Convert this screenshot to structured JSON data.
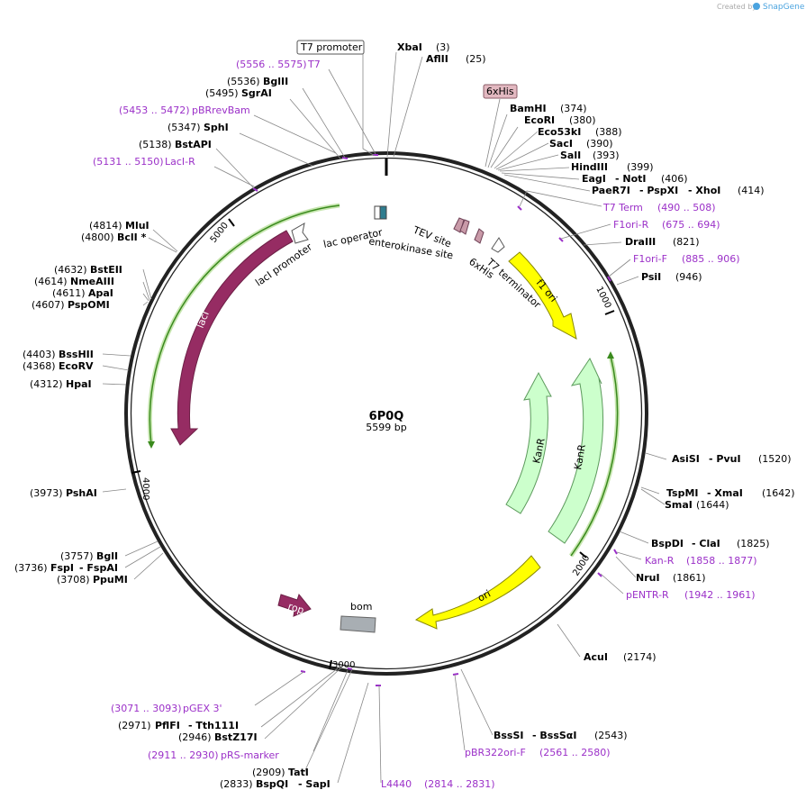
{
  "header": {
    "credit": "Created by",
    "brand": "SnapGene"
  },
  "plasmid": {
    "name": "6P0Q",
    "length": "5599 bp"
  },
  "ticks": [
    "1000",
    "2000",
    "3000",
    "4000",
    "5000"
  ],
  "boxed_labels": {
    "t7_promoter": "T7 promoter",
    "his_tag": "6xHis"
  },
  "features": {
    "lac_operator": "lac operator",
    "laci_promoter": "lacI promoter",
    "laci": "lacI",
    "tev_site": "TEV site",
    "enterokinase_site": "enterokinase site",
    "his": "6xHis",
    "t7_terminator": "T7 terminator",
    "f1_ori": "f1 ori",
    "kanr_inner": "KanR",
    "kanr_outer": "KanR",
    "ori": "ori",
    "rop": "rop",
    "bom": "bom"
  },
  "sites": {
    "xbai_name": "XbaI",
    "xbai_pos": "(3)",
    "aflii_name": "AflII",
    "aflii_pos": "(25)",
    "t7_range": "(5556 .. 5575)",
    "t7_name": "T7",
    "bglii_pos": "(5536)",
    "bglii_name": "BglII",
    "sgrai_pos": "(5495)",
    "sgrai_name": "SgrAI",
    "pbrrevbam_range": "(5453 .. 5472)",
    "pbrrevbam_name": "pBRrevBam",
    "sphi_pos": "(5347)",
    "sphi_name": "SphI",
    "bstapi_pos": "(5138)",
    "bstapi_name": "BstAPI",
    "laci_r_range": "(5131 .. 5150)",
    "laci_r_name": "LacI-R",
    "bamhi_name": "BamHI",
    "bamhi_pos": "(374)",
    "ecori_name": "EcoRI",
    "ecori_pos": "(380)",
    "eco53ki_name": "Eco53kI",
    "eco53ki_pos": "(388)",
    "saci_name": "SacI",
    "saci_pos": "(390)",
    "sali_name": "SalI",
    "sali_pos": "(393)",
    "hindiii_name": "HindIII",
    "hindiii_pos": "(399)",
    "eagi_name": "EagI",
    "noti_name": "- NotI",
    "noti_pos": "(406)",
    "paer7i_name": "PaeR7I",
    "pspxi_name": "- PspXI",
    "xhoi_name": "- XhoI",
    "xhoi_pos": "(414)",
    "t7term_name": "T7 Term",
    "t7term_range": "(490 .. 508)",
    "f1ori_r_name": "F1ori-R",
    "f1ori_r_range": "(675 .. 694)",
    "draiii_name": "DraIII",
    "draiii_pos": "(821)",
    "f1ori_f_name": "F1ori-F",
    "f1ori_f_range": "(885 .. 906)",
    "psii_name": "PsiI",
    "psii_pos": "(946)",
    "mlui_pos": "(4814)",
    "mlui_name": "MluI",
    "bcli_pos": "(4800)",
    "bcli_name": "BclI *",
    "bsteii_pos": "(4632)",
    "bsteii_name": "BstEII",
    "nmeaiii_pos": "(4614)",
    "nmeaiii_name": "NmeAIII",
    "apai_pos": "(4611)",
    "apai_name": "ApaI",
    "pspomi_pos": "(4607)",
    "pspomi_name": "PspOMI",
    "bsshii_pos": "(4403)",
    "bsshii_name": "BssHII",
    "ecorv_pos": "(4368)",
    "ecorv_name": "EcoRV",
    "hpai_pos": "(4312)",
    "hpai_name": "HpaI",
    "pshai_pos": "(3973)",
    "pshai_name": "PshAI",
    "bgli_pos": "(3757)",
    "bgli_name": "BglI",
    "fspi_pos": "(3736)",
    "fspi_name": "FspI",
    "fspai_name": "- FspAI",
    "ppumi_pos": "(3708)",
    "ppumi_name": "PpuMI",
    "asisi_name": "AsiSI",
    "pvui_name": "- PvuI",
    "pvui_pos": "(1520)",
    "tspmi_name": "TspMI",
    "xmai_name": "- XmaI",
    "xmai_pos": "(1642)",
    "smai_name": "SmaI",
    "smai_pos": "(1644)",
    "bspdi_name": "BspDI",
    "clai_name": "- ClaI",
    "clai_pos": "(1825)",
    "kan_r_name": "Kan-R",
    "kan_r_range": "(1858 .. 1877)",
    "irui_name": "NruI",
    "nrui_pos": "(1861)",
    "pentr_r_name": "pENTR-R",
    "pentr_r_range": "(1942 .. 1961)",
    "acui_name": "AcuI",
    "acui_pos": "(2174)",
    "bsssi_name": "BssSI",
    "bsssai_name": "- BssSαI",
    "bsssi_pos": "(2543)",
    "pbr322_name": "pBR322ori-F",
    "pbr322_range": "(2561 .. 2580)",
    "l4440_name": "L4440",
    "l4440_range": "(2814 .. 2831)",
    "pgex_range": "(3071 .. 3093)",
    "pgex_name": "pGEX 3'",
    "pflfi_pos": "(2971)",
    "pflfi_name": "PflFI",
    "tth_name": "- Tth111I",
    "bstz_pos": "(2946)",
    "bstz_name": "BstZ17I",
    "prs_range": "(2911 .. 2930)",
    "prs_name": "pRS-marker",
    "tati_pos": "(2909)",
    "tati_name": "TatI",
    "bspqi_pos": "(2833)",
    "bspqi_name": "BspQI",
    "sapi_name": "- SapI"
  },
  "colors": {
    "laci": "#962c63",
    "yellow": "#ffff00",
    "kanr": "#ccffcc",
    "teal": "#2f7d8f",
    "bom": "#a8aeb3",
    "primer": "#9b30c8",
    "green_line": "#3a8a1d"
  }
}
